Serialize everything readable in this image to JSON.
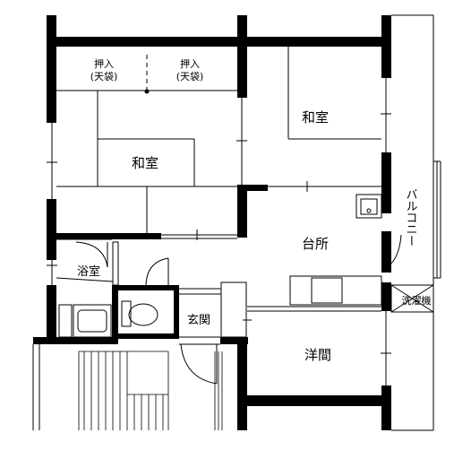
{
  "rooms": {
    "oshiire_left_line1": "押入",
    "oshiire_left_line2": "(天袋)",
    "oshiire_right_line1": "押入",
    "oshiire_right_line2": "(天袋)",
    "washitsu_right": "和室",
    "washitsu_left": "和室",
    "daidokoro": "台所",
    "balcony": "バルコニー",
    "yokushitsu": "浴室",
    "genkan": "玄関",
    "laundry": "洗濯機",
    "youma": "洋間"
  }
}
